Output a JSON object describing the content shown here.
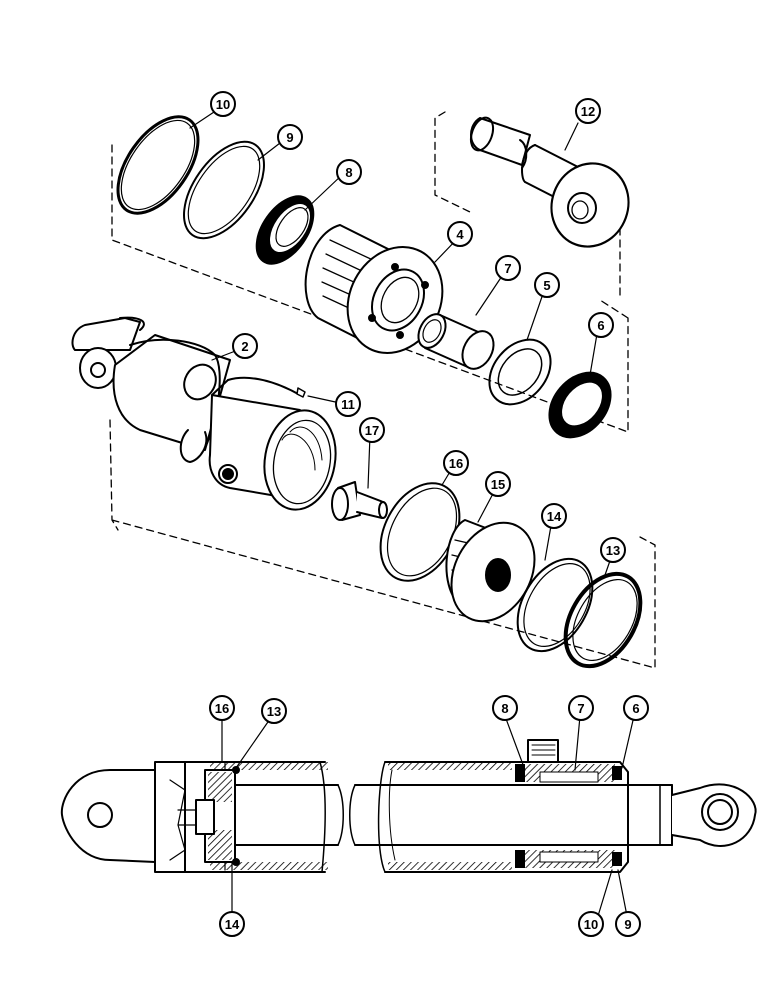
{
  "diagram": {
    "callouts": [
      {
        "id": "c10_top",
        "label": "10"
      },
      {
        "id": "c9_top",
        "label": "9"
      },
      {
        "id": "c8_top",
        "label": "8"
      },
      {
        "id": "c12",
        "label": "12"
      },
      {
        "id": "c4",
        "label": "4"
      },
      {
        "id": "c7_top",
        "label": "7"
      },
      {
        "id": "c5",
        "label": "5"
      },
      {
        "id": "c6_top",
        "label": "6"
      },
      {
        "id": "c2",
        "label": "2"
      },
      {
        "id": "c11",
        "label": "11"
      },
      {
        "id": "c17",
        "label": "17"
      },
      {
        "id": "c16_top",
        "label": "16"
      },
      {
        "id": "c15",
        "label": "15"
      },
      {
        "id": "c14_top",
        "label": "14"
      },
      {
        "id": "c13_top",
        "label": "13"
      },
      {
        "id": "c16_bot",
        "label": "16"
      },
      {
        "id": "c13_bot",
        "label": "13"
      },
      {
        "id": "c8_bot",
        "label": "8"
      },
      {
        "id": "c7_bot",
        "label": "7"
      },
      {
        "id": "c6_bot",
        "label": "6"
      },
      {
        "id": "c14_bot",
        "label": "14"
      },
      {
        "id": "c10_bot",
        "label": "10"
      },
      {
        "id": "c9_bot",
        "label": "9"
      }
    ]
  }
}
